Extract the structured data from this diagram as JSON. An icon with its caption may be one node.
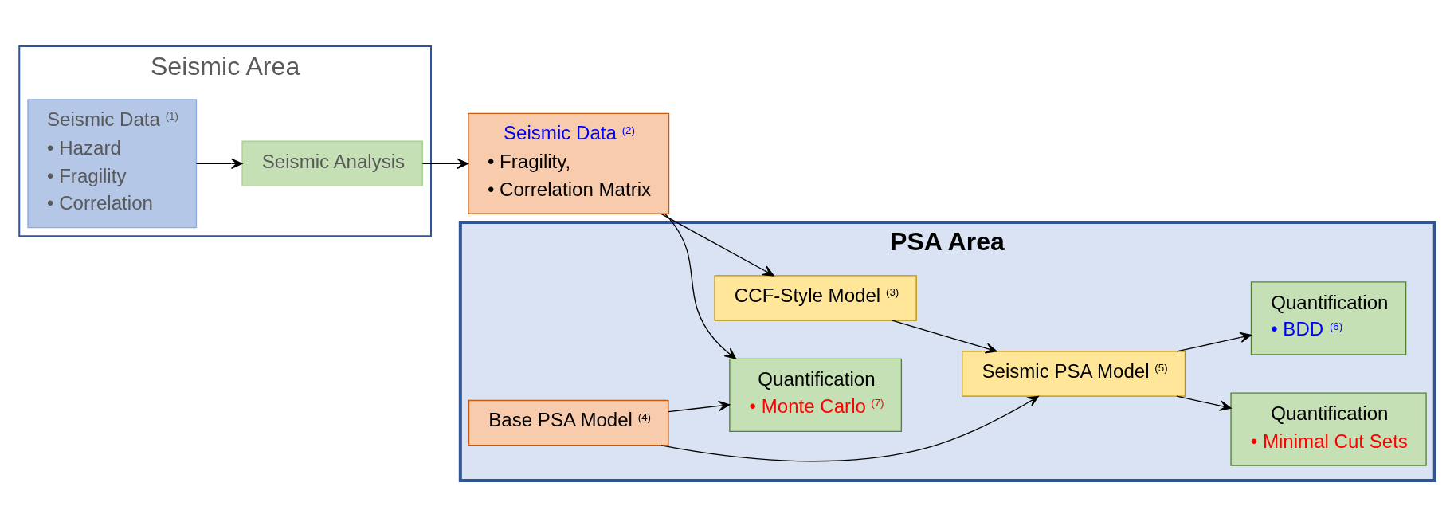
{
  "diagram": {
    "nodes": [
      {
        "text": [
          "Seismic Area"
        ]
      },
      {
        "text": [
          "Seismic Data $^{(1)}$",
          "• Hazard",
          "• Fragility",
          "• Correlation"
        ],
        "in": 0
      },
      {
        "text": [
          "Seismic Analysis"
        ],
        "in": 0
      },
      {
        "text": [
          "Seismic Data $^{(2)}$",
          "• Fragility,",
          "• Correlation Matrix"
        ]
      },
      {
        "text": [
          "PSA Area"
        ]
      },
      {
        "text": [
          "CCF-Style Model $^{(3)}$"
        ],
        "in": 4
      },
      {
        "text": [
          "Seismic PSA Model $^{(5)}$"
        ],
        "in": 4
      },
      {
        "text": [
          "Base PSA Model $^{(4)}$"
        ],
        "in": 4
      },
      {
        "text": [
          "Quantification",
          "• Minimal Cut Sets"
        ],
        "in": 4
      },
      {
        "text": [
          "Quantification",
          "• BDD $^{(6)}$"
        ],
        "in": 4
      },
      {
        "text": [
          "Quantification",
          "• Monte Carlo $^{(7)}$"
        ],
        "in": 4
      }
    ],
    "edges": [
      {
        "from": 1,
        "to": 2,
        "arrow": "to"
      },
      {
        "from": 2,
        "to": 3,
        "arrow": "to"
      },
      {
        "from": 3,
        "to": 5,
        "arrow": "to"
      },
      {
        "from": 3,
        "to": 10,
        "arrow": "to"
      },
      {
        "from": 5,
        "to": 6,
        "arrow": "to"
      },
      {
        "from": 7,
        "to": 6,
        "arrow": "to"
      },
      {
        "from": 7,
        "to": 10,
        "arrow": "to"
      },
      {
        "from": 6,
        "to": 8,
        "arrow": "to"
      },
      {
        "from": 6,
        "to": 9,
        "arrow": "to"
      }
    ]
  }
}
